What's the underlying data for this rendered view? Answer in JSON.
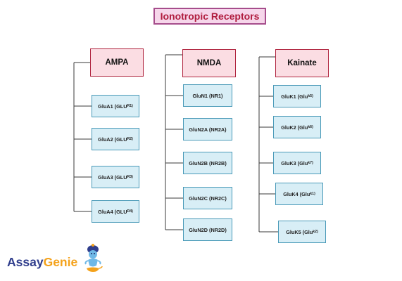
{
  "title": "Ionotropic Receptors",
  "groups": [
    {
      "label": "AMPA",
      "items": [
        {
          "main": "GluA1 (GLU ",
          "small": "R1)"
        },
        {
          "main": "GluA2 (GLU ",
          "small": "R2)"
        },
        {
          "main": "GluA3 (GLU ",
          "small": "R3)"
        },
        {
          "main": "GluA4 (GLU ",
          "small": "R4)"
        }
      ]
    },
    {
      "label": "NMDA",
      "items": [
        {
          "main": "GluN1 (NR1)",
          "small": ""
        },
        {
          "main": "GluN2A (NR2A)",
          "small": ""
        },
        {
          "main": "GluN2B (NR2B)",
          "small": ""
        },
        {
          "main": "GluN2C (NR2C)",
          "small": ""
        },
        {
          "main": "GluN2D (NR2D)",
          "small": ""
        }
      ]
    },
    {
      "label": "Kainate",
      "items": [
        {
          "main": "GluK1 (Glu ",
          "small": "k5)"
        },
        {
          "main": "GluK2 (Glu ",
          "small": "k6)"
        },
        {
          "main": "GluK3 (Glu ",
          "small": "k7)"
        },
        {
          "main": "GluK4 (Glu ",
          "small": "k1)"
        },
        {
          "main": "GluK5 (Glu ",
          "small": "k2)"
        }
      ]
    }
  ],
  "logo": {
    "part1": "Assay",
    "part2": "Genie"
  }
}
